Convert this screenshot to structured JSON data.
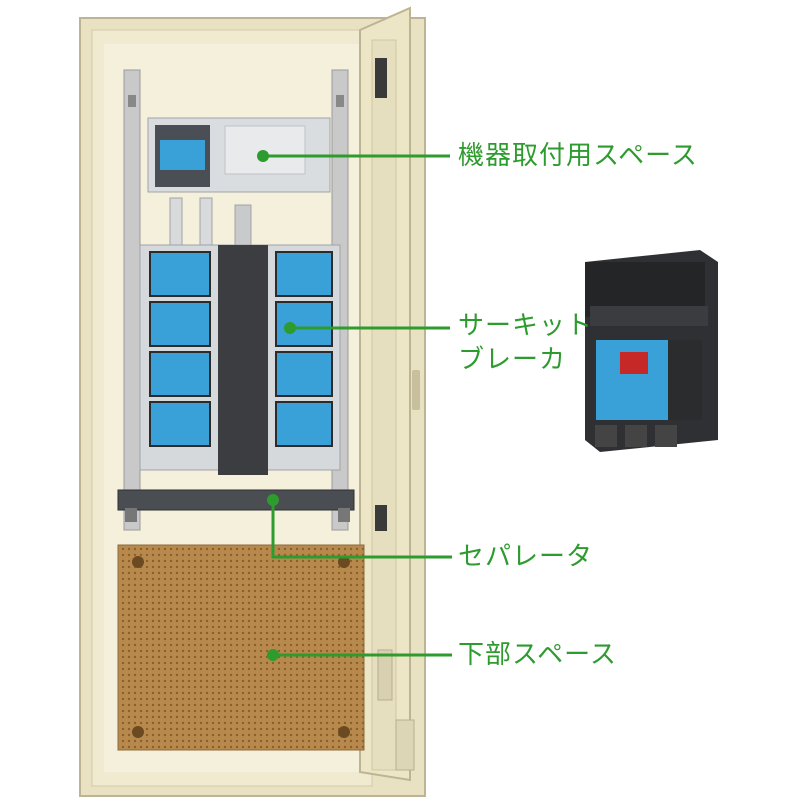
{
  "labels": {
    "equipment_space": "機器取付用スペース",
    "circuit_breaker_line1": "サーキット",
    "circuit_breaker_line2": "ブレーカ",
    "separator": "セパレータ",
    "lower_space": "下部スペース"
  },
  "colors": {
    "callout_green": "#2e9b2e",
    "cabinet": "#efe9cf",
    "breaker_blue": "#3aa0d8",
    "lower_board": "#b8894c"
  }
}
